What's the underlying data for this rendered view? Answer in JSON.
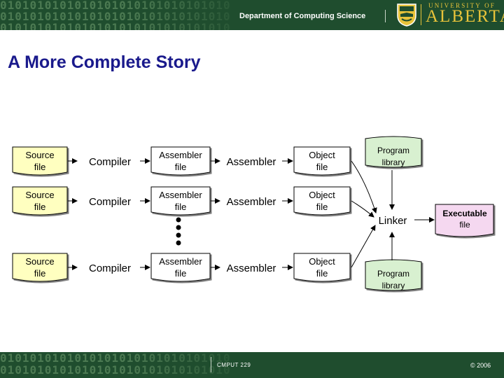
{
  "header": {
    "department": "Department of Computing Science",
    "university_small": "UNIVERSITY OF",
    "university_big": "ALBERTA",
    "binary_pattern": "0101010101010101010101010101010101010101010101010101010101010"
  },
  "slide": {
    "title": "A More Complete Story"
  },
  "diagram": {
    "rows": [
      {
        "source": [
          "Source",
          "file"
        ],
        "compiler": "Compiler",
        "asm_file": [
          "Assembler",
          "file"
        ],
        "assembler": "Assembler",
        "object": [
          "Object",
          "file"
        ]
      },
      {
        "source": [
          "Source",
          "file"
        ],
        "compiler": "Compiler",
        "asm_file": [
          "Assembler",
          "file"
        ],
        "assembler": "Assembler",
        "object": [
          "Object",
          "file"
        ]
      },
      {
        "source": [
          "Source",
          "file"
        ],
        "compiler": "Compiler",
        "asm_file": [
          "Assembler",
          "file"
        ],
        "assembler": "Assembler",
        "object": [
          "Object",
          "file"
        ]
      }
    ],
    "library_top": [
      "Program",
      "library"
    ],
    "library_bottom": [
      "Program",
      "library"
    ],
    "linker": "Linker",
    "executable": [
      "Executable",
      "file"
    ],
    "colors": {
      "source": "#ffffc0",
      "library": "#d8f0d0",
      "executable": "#f5d8f0",
      "stroke": "#000000",
      "header": "#1f4d2e",
      "title": "#1a1a8c"
    }
  },
  "footer": {
    "course": "CMPUT 229",
    "copyright": "© 2006"
  }
}
